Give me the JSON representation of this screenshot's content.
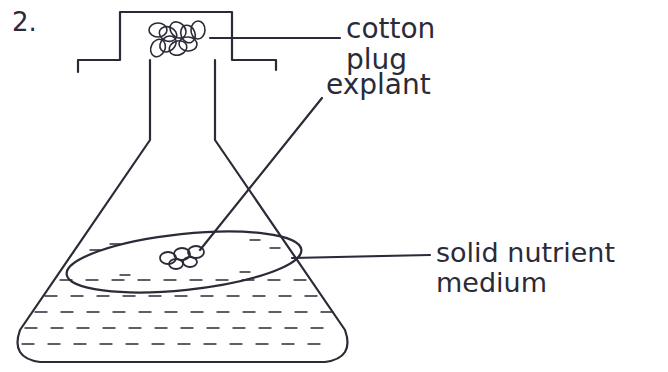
{
  "diagram": {
    "labels": [
      "2.",
      "cotton plug",
      "explant",
      "solid nutrient medium"
    ]
  }
}
